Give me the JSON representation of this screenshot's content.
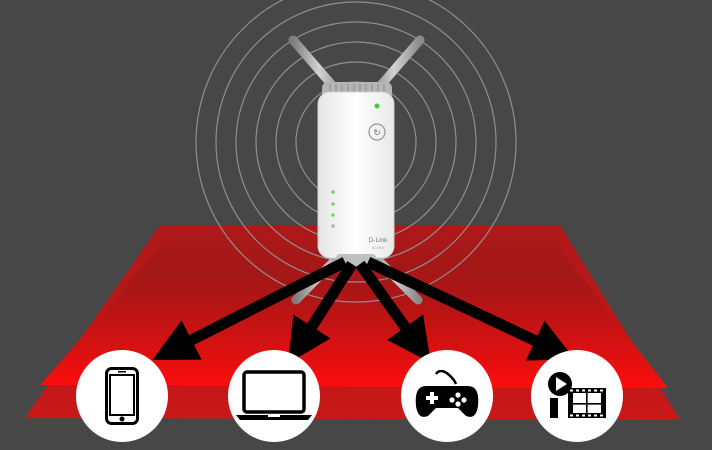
{
  "extender": {
    "brand_text": "D-Link",
    "model_text": "AC1900"
  },
  "devices": [
    {
      "name": "smartphone",
      "icon": "smartphone-icon"
    },
    {
      "name": "laptop",
      "icon": "laptop-icon"
    },
    {
      "name": "game-controller",
      "icon": "gamepad-icon"
    },
    {
      "name": "video",
      "icon": "video-film-icon"
    }
  ],
  "colors": {
    "background": "#474747",
    "signal_plane": "#ff1a1a",
    "arrow": "#000000",
    "device_circle": "#ffffff"
  }
}
